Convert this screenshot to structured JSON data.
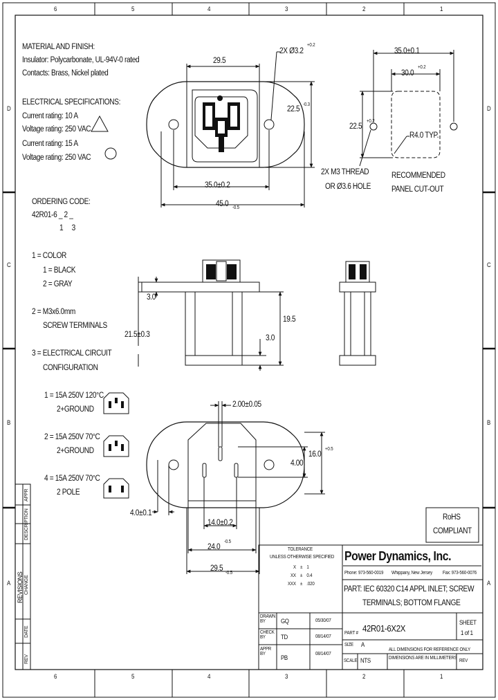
{
  "zones": {
    "columns": [
      "6",
      "5",
      "4",
      "3",
      "2",
      "1"
    ],
    "rows": [
      "D",
      "C",
      "B",
      "A"
    ]
  },
  "notes": {
    "material_title": "MATERIAL AND FINISH:",
    "material_1": "Insulator: Polycarbonate, UL-94V-0 rated",
    "material_2": "Contacts: Brass, Nickel plated",
    "elec_title": "ELECTRICAL SPECIFICATIONS:",
    "elec_1": "Current rating: 10 A",
    "elec_2": "Voltage rating: 250 VAC",
    "elec_3": "Current rating: 15 A",
    "elec_4": "Voltage rating: 250 VAC"
  },
  "ordering": {
    "title": "ORDERING CODE:",
    "code": "42R01-6 _ 2 _",
    "positions": "1     3",
    "opt1_title": "1 = COLOR",
    "opt1_a": "1 = BLACK",
    "opt1_b": "2 = GRAY",
    "opt2_a": "2 = M3x6.0mm",
    "opt2_b": "SCREW TERMINALS",
    "opt3_a": "3 = ELECTRICAL CIRCUIT",
    "opt3_b": "CONFIGURATION",
    "c1_a": "1 = 15A 250V 120°C",
    "c1_b": "2+GROUND",
    "c2_a": "2 = 15A 250V 70°C",
    "c2_b": "2+GROUND",
    "c4_a": "4 = 15A 250V 70°C",
    "c4_b": "2 POLE"
  },
  "dims": {
    "top_29_5": "29.5",
    "hole": "2X Ø3.2",
    "hole_tol": "+0.2",
    "h_22_5": "22.5",
    "h_22_5_tol": "-0.3",
    "w_35": "35.0±0.2",
    "w_45": "45.0",
    "w_45_tol": "-0.5",
    "cut_35": "35.0±0.1",
    "cut_30": "30.0",
    "cut_30_tol": "+0.2",
    "cut_22_5": "22.5",
    "cut_22_5_tol": "+0.2",
    "r4": "R4.0 TYP.",
    "thread_1": "2X M3 THREAD",
    "thread_2": "OR Ø3.6 HOLE",
    "rec_1": "RECOMMENDED",
    "rec_2": "PANEL CUT-OUT",
    "side_3_0": "3.0",
    "side_21_5": "21.5±0.3",
    "side_19_5": "19.5",
    "side_3_0b": "3.0",
    "b_2_00": "2.00±0.05",
    "b_16": "16.0",
    "b_16_tol": "+0.5",
    "b_4_00": "4.00",
    "b_4_0": "4.0±0.1",
    "b_14": "14.0±0.2",
    "b_24": "24.0",
    "b_24_tol": "-0.5",
    "b_29_5": "29.5",
    "b_29_5_tol": "-0.5"
  },
  "title_block": {
    "rohs_1": "RoHS",
    "rohs_2": "COMPLIANT",
    "tol_title": "TOLERANCE",
    "tol_sub": "UNLESS OTHERWISE SPECIFIED",
    "tol_x": "X    ±    1",
    "tol_xx": "XX    ±    0.4",
    "tol_xxx": "XXX    ±    .020",
    "company": "Power Dynamics, Inc.",
    "phone": "Phone: 973-560-0019",
    "city": "Whippany, New Jersey",
    "fax": "Fax: 973-560-0076",
    "part_1": "PART: IEC 60320 C14 APPL INLET; SCREW",
    "part_2": "TERMINALS; BOTTOM FLANGE",
    "drawn_label": "DRAWN BY",
    "drawn_by": "GQ",
    "drawn_date": "05/30/07",
    "check_label": "CHECK BY",
    "check_by": "TD",
    "check_date": "08/14/07",
    "appr_label": "APPR BY",
    "appr_by": "PB",
    "appr_date": "08/14/07",
    "part_no_label": "PART #",
    "part_no": "42R01-6X2X",
    "sheet_label": "SHEET",
    "sheet_val": "1 of 1",
    "size_label": "SIZE",
    "size_val": "A",
    "scale_label": "SCALE",
    "scale_val": "NTS",
    "note_1": "ALL DIMENSIONS FOR REFERENCE ONLY",
    "note_2": "DIMENSIONS ARE IN MILLIMETERS",
    "rev_label": "REV",
    "revisions": "REVISIONS",
    "rev_cols": [
      "REV",
      "DATE",
      "CHANGE",
      "DESCRIPTION",
      "APPR"
    ]
  }
}
